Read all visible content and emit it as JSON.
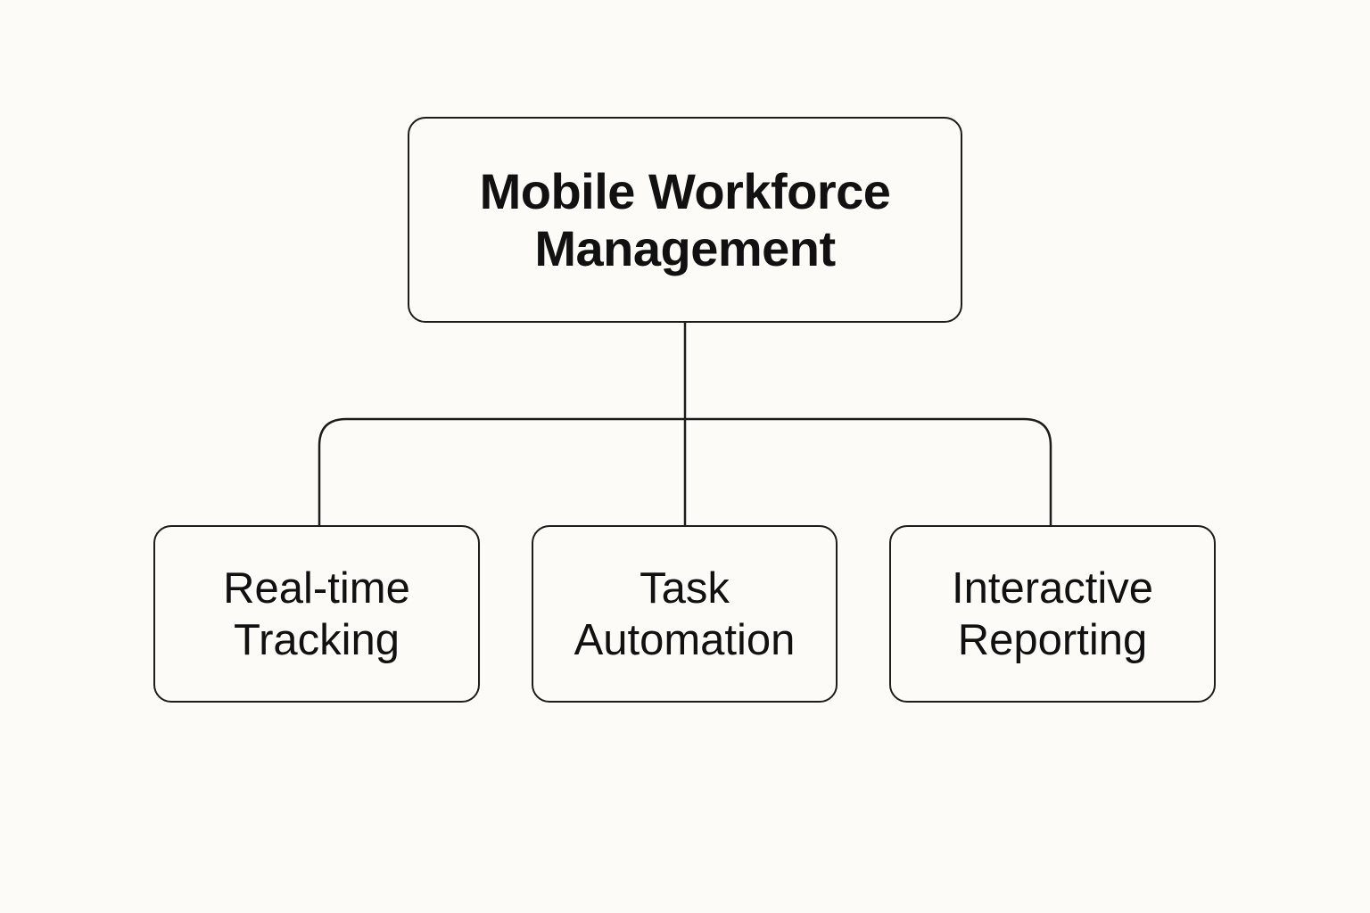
{
  "colors": {
    "background": "#fcfbf7",
    "stroke": "#1c1c1c",
    "text": "#111111"
  },
  "diagram": {
    "root": {
      "lines": [
        "Mobile Workforce",
        "Management"
      ]
    },
    "children": [
      {
        "lines": [
          "Real-time",
          "Tracking"
        ]
      },
      {
        "lines": [
          "Task",
          "Automation"
        ]
      },
      {
        "lines": [
          "Interactive",
          "Reporting"
        ]
      }
    ]
  }
}
